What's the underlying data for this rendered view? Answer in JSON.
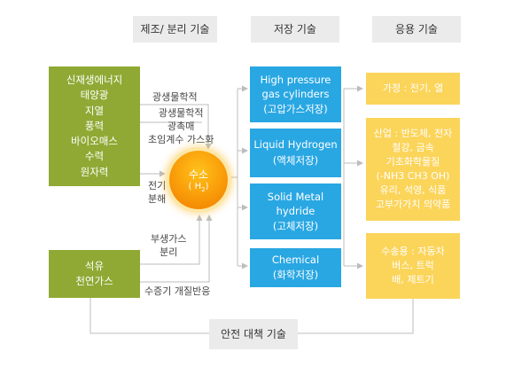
{
  "headers": {
    "production": "제조/ 분리 기술",
    "storage": "저장 기술",
    "application": "응용 기술"
  },
  "sources": {
    "renewable": [
      "신재생에너지",
      "태양광",
      "지열",
      "풍력",
      "바이오매스",
      "수력",
      "원자력"
    ],
    "fossil": [
      "석유",
      "천연가스"
    ]
  },
  "processes": {
    "photo_bio": "광생물학적",
    "photo_chem": [
      "광생물학적",
      "광촉매",
      "초임계수 가스화"
    ],
    "electrolysis": [
      "전기",
      "분해"
    ],
    "byproduct": [
      "부생가스",
      "분리"
    ],
    "reforming": "수증기 개질반응"
  },
  "hydrogen": {
    "name": "수소",
    "formula_base": "( H",
    "formula_sub": "2",
    "formula_end": ")"
  },
  "storage": [
    [
      "High pressure",
      "gas cylinders",
      "(고압가스저장)"
    ],
    [
      "Liquid Hydrogen",
      "(액체저장)"
    ],
    [
      "Solid Metal",
      "hydride",
      "(고체저장)"
    ],
    [
      "Chemical",
      "(화학저장)"
    ]
  ],
  "applications": {
    "home": "가정 : 전기, 열",
    "industry": [
      "산업 : 반도체, 전자",
      "철강, 금속",
      "기초화학물질",
      "(-NH3  CH3  OH)",
      "유리, 석영, 식품",
      "고부가가치 의약품"
    ],
    "transport": [
      "수송용 : 자동차",
      "버스, 트럭",
      "배, 제트기"
    ]
  },
  "safety": "안전 대책 기술",
  "colors": {
    "green": "#8fa934",
    "blue": "#29a7e3",
    "yellow": "#fbd45a",
    "orange": "#f99b09",
    "header_gray": "#ebebeb",
    "line_gray": "#bdbdbd"
  }
}
